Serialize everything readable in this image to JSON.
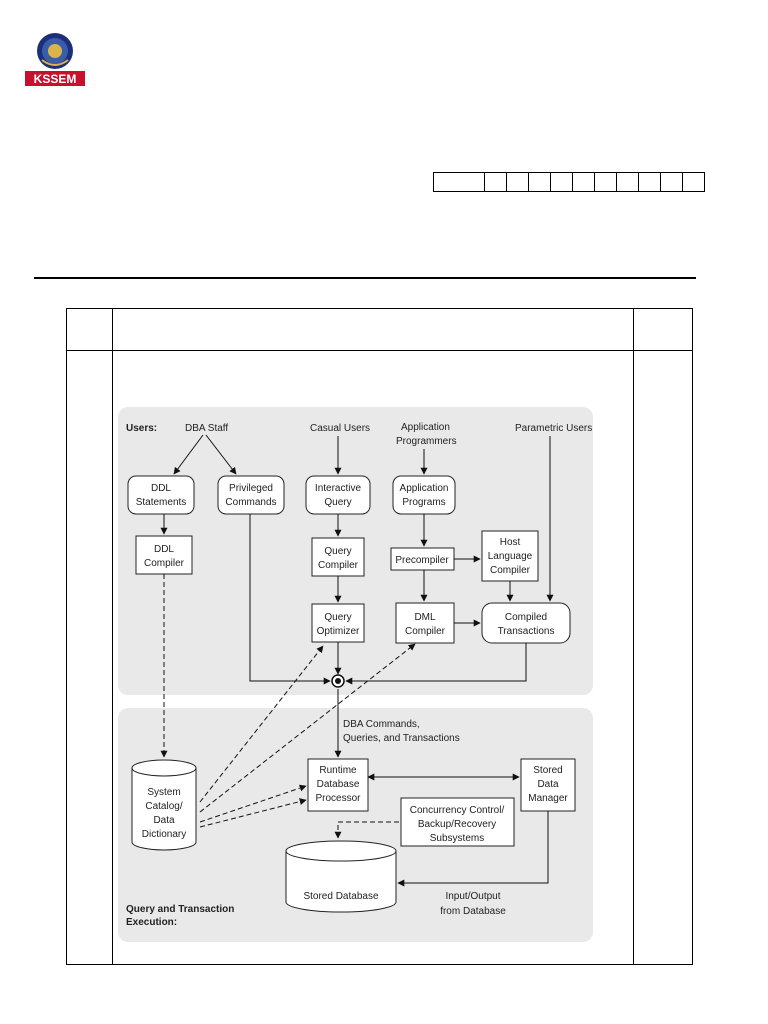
{
  "header": {
    "logo": {
      "icon": "kssem-seal-logo",
      "text": "KSSEM",
      "accent": "#1b2f7a",
      "banner_color": "#c8102e"
    },
    "usn_box": {
      "cell_count": 11
    }
  },
  "diagram": {
    "users_region_label": "Users:",
    "execution_region_label_1": "Query and Transaction",
    "execution_region_label_2": "Execution:",
    "user_types": {
      "dba_staff": "DBA Staff",
      "casual_users": "Casual Users",
      "app_prog_1": "Application",
      "app_prog_2": "Programmers",
      "parametric_users": "Parametric Users"
    },
    "boxes": {
      "ddl_statements_1": "DDL",
      "ddl_statements_2": "Statements",
      "privileged_1": "Privileged",
      "privileged_2": "Commands",
      "interactive_1": "Interactive",
      "interactive_2": "Query",
      "app_programs_1": "Application",
      "app_programs_2": "Programs",
      "ddl_compiler_1": "DDL",
      "ddl_compiler_2": "Compiler",
      "query_compiler_1": "Query",
      "query_compiler_2": "Compiler",
      "precompiler": "Precompiler",
      "host_lang_1": "Host",
      "host_lang_2": "Language",
      "host_lang_3": "Compiler",
      "query_optimizer_1": "Query",
      "query_optimizer_2": "Optimizer",
      "dml_compiler_1": "DML",
      "dml_compiler_2": "Compiler",
      "compiled_tx_1": "Compiled",
      "compiled_tx_2": "Transactions",
      "catalog_1": "System",
      "catalog_2": "Catalog/",
      "catalog_3": "Data",
      "catalog_4": "Dictionary",
      "runtime_1": "Runtime",
      "runtime_2": "Database",
      "runtime_3": "Processor",
      "stored_dm_1": "Stored",
      "stored_dm_2": "Data",
      "stored_dm_3": "Manager",
      "concurrency_1": "Concurrency Control/",
      "concurrency_2": "Backup/Recovery",
      "concurrency_3": "Subsystems",
      "stored_db": "Stored Database"
    },
    "annotations": {
      "dba_cmds_1": "DBA Commands,",
      "dba_cmds_2": "Queries, and Transactions",
      "io_1": "Input/Output",
      "io_2": "from Database"
    }
  }
}
